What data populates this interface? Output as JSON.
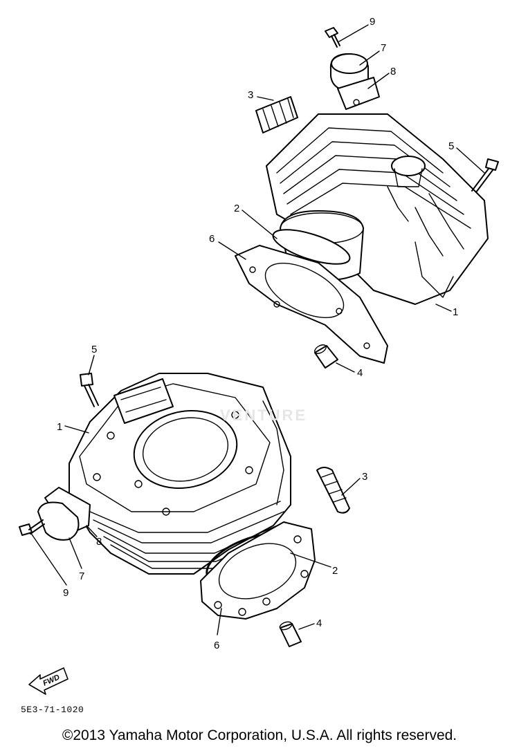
{
  "callouts": {
    "upper": [
      "9",
      "7",
      "8",
      "3",
      "5",
      "2",
      "6",
      "1",
      "4"
    ],
    "lower": [
      "5",
      "1",
      "3",
      "8",
      "7",
      "9",
      "2",
      "4",
      "6"
    ]
  },
  "fwd_label": "FWD",
  "diagram_code": "5E3-71-1020",
  "watermark": "VENTURE",
  "copyright": "©2013 Yamaha Motor Corporation, U.S.A. All rights reserved."
}
